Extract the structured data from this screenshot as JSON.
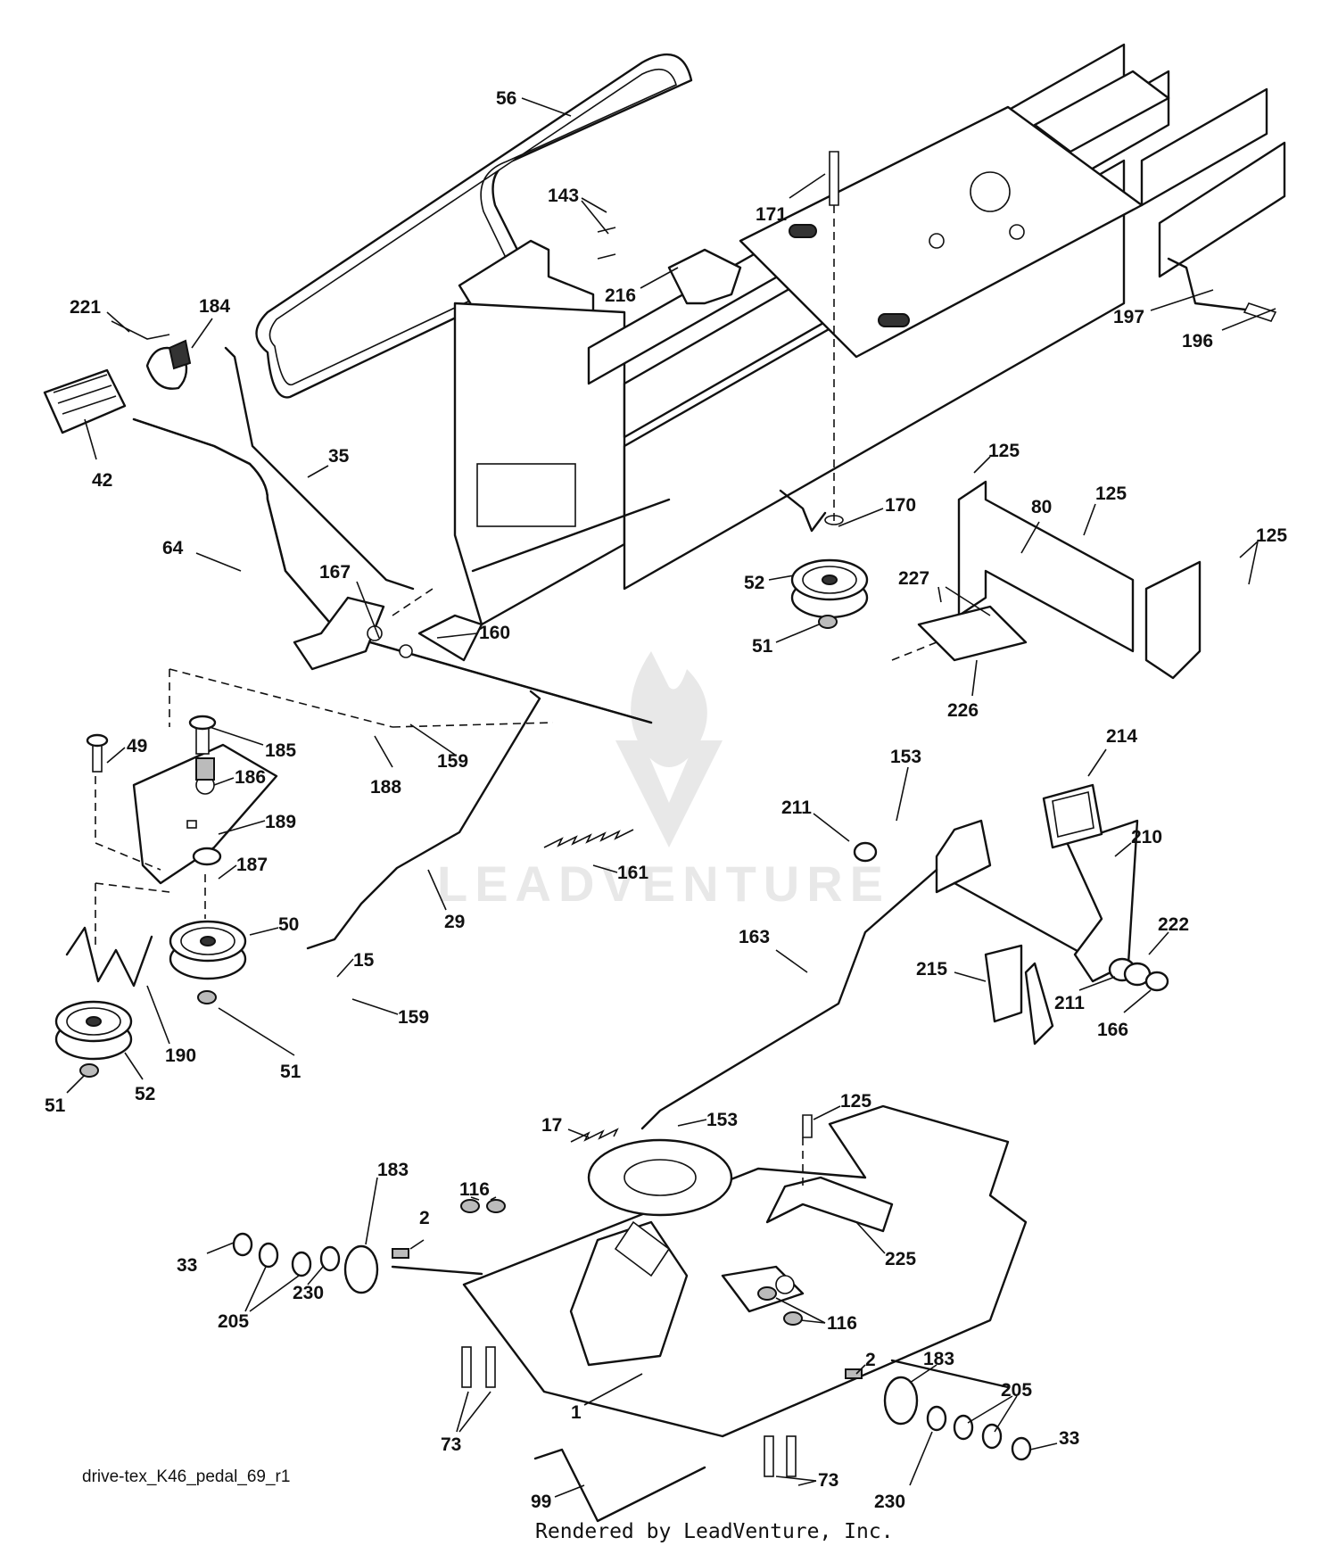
{
  "diagram": {
    "id_text": "drive-tex_K46_pedal_69_r1",
    "credit": "Rendered by LeadVenture, Inc.",
    "watermark": "LEADVENTURE",
    "callouts": [
      {
        "id": "c56",
        "label": "56"
      },
      {
        "id": "c143",
        "label": "143"
      },
      {
        "id": "c171",
        "label": "171"
      },
      {
        "id": "c216",
        "label": "216"
      },
      {
        "id": "c197",
        "label": "197"
      },
      {
        "id": "c196",
        "label": "196"
      },
      {
        "id": "c221",
        "label": "221"
      },
      {
        "id": "c184",
        "label": "184"
      },
      {
        "id": "c42",
        "label": "42"
      },
      {
        "id": "c35",
        "label": "35"
      },
      {
        "id": "c64",
        "label": "64"
      },
      {
        "id": "c167",
        "label": "167"
      },
      {
        "id": "c160",
        "label": "160"
      },
      {
        "id": "c125a",
        "label": "125"
      },
      {
        "id": "c125b",
        "label": "125"
      },
      {
        "id": "c125c",
        "label": "125"
      },
      {
        "id": "c80",
        "label": "80"
      },
      {
        "id": "c170",
        "label": "170"
      },
      {
        "id": "c227",
        "label": "227"
      },
      {
        "id": "c52a",
        "label": "52"
      },
      {
        "id": "c51a",
        "label": "51"
      },
      {
        "id": "c226",
        "label": "226"
      },
      {
        "id": "c49",
        "label": "49"
      },
      {
        "id": "c185",
        "label": "185"
      },
      {
        "id": "c186",
        "label": "186"
      },
      {
        "id": "c189",
        "label": "189"
      },
      {
        "id": "c187",
        "label": "187"
      },
      {
        "id": "c159a",
        "label": "159"
      },
      {
        "id": "c188",
        "label": "188"
      },
      {
        "id": "c214",
        "label": "214"
      },
      {
        "id": "c153a",
        "label": "153"
      },
      {
        "id": "c211a",
        "label": "211"
      },
      {
        "id": "c210",
        "label": "210"
      },
      {
        "id": "c161",
        "label": "161"
      },
      {
        "id": "c29",
        "label": "29"
      },
      {
        "id": "c50",
        "label": "50"
      },
      {
        "id": "c163",
        "label": "163"
      },
      {
        "id": "c222",
        "label": "222"
      },
      {
        "id": "c215",
        "label": "215"
      },
      {
        "id": "c211b",
        "label": "211"
      },
      {
        "id": "c166",
        "label": "166"
      },
      {
        "id": "c15",
        "label": "15"
      },
      {
        "id": "c159b",
        "label": "159"
      },
      {
        "id": "c190",
        "label": "190"
      },
      {
        "id": "c51b",
        "label": "51"
      },
      {
        "id": "c52b",
        "label": "52"
      },
      {
        "id": "c51c",
        "label": "51"
      },
      {
        "id": "c125d",
        "label": "125"
      },
      {
        "id": "c17",
        "label": "17"
      },
      {
        "id": "c153b",
        "label": "153"
      },
      {
        "id": "c183a",
        "label": "183"
      },
      {
        "id": "c116a",
        "label": "116"
      },
      {
        "id": "c2a",
        "label": "2"
      },
      {
        "id": "c33a",
        "label": "33"
      },
      {
        "id": "c230a",
        "label": "230"
      },
      {
        "id": "c205a",
        "label": "205"
      },
      {
        "id": "c225",
        "label": "225"
      },
      {
        "id": "c116b",
        "label": "116"
      },
      {
        "id": "c2b",
        "label": "2"
      },
      {
        "id": "c183b",
        "label": "183"
      },
      {
        "id": "c205b",
        "label": "205"
      },
      {
        "id": "c33b",
        "label": "33"
      },
      {
        "id": "c1",
        "label": "1"
      },
      {
        "id": "c73a",
        "label": "73"
      },
      {
        "id": "c73b",
        "label": "73"
      },
      {
        "id": "c230b",
        "label": "230"
      },
      {
        "id": "c99",
        "label": "99"
      }
    ]
  }
}
